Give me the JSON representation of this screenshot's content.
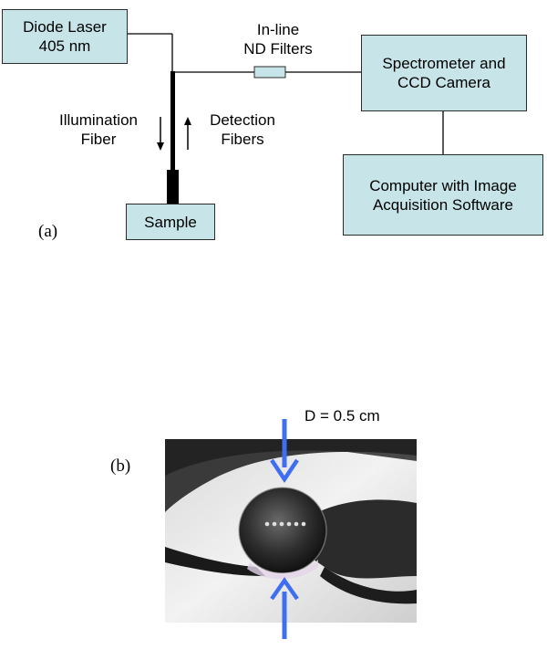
{
  "figure": {
    "panel_a": {
      "label": "(a)",
      "boxes": {
        "laser": "Diode Laser\n405 nm",
        "spectrometer": "Spectrometer and\nCCD Camera",
        "computer": "Computer with Image\nAcquisition Software",
        "sample": "Sample"
      },
      "labels": {
        "filters": "In-line\nND Filters",
        "illumination": "Illumination\nFiber",
        "detection": "Detection\nFibers"
      }
    },
    "panel_b": {
      "label": "(b)",
      "dimension": "D = 0.5 cm",
      "colors": {
        "arrow": "#3f6ef2"
      }
    }
  }
}
